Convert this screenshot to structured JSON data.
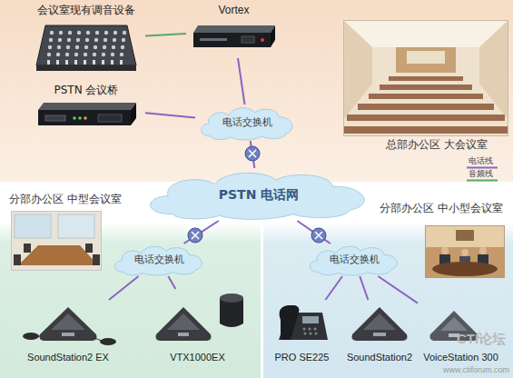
{
  "diagram": {
    "nodes": [
      {
        "text": [
          "总部办公区 大会议室"
        ]
      },
      {
        "text": [
          "会议室现有调音设备"
        ],
        "in": 0
      },
      {
        "text": [
          "Vortex"
        ],
        "in": 0
      },
      {
        "text": [
          "PSTN 会议桥"
        ],
        "in": 0
      },
      {
        "text": [
          "电话交换机"
        ],
        "in": 0
      },
      {
        "text": [
          "PSTN 电话网"
        ]
      },
      {
        "text": [
          "分部办公区 中型会议室"
        ]
      },
      {
        "text": [
          "电话交换机"
        ],
        "in": 6
      },
      {
        "text": [
          "SoundStation2 EX"
        ],
        "in": 6
      },
      {
        "text": [
          "VTX1000EX"
        ],
        "in": 6
      },
      {
        "text": [
          "分部办公区 中小型会议室"
        ]
      },
      {
        "text": [
          "电话交换机"
        ],
        "in": 10
      },
      {
        "text": [
          "PRO SE225"
        ],
        "in": 10
      },
      {
        "text": [
          "SoundStation2"
        ],
        "in": 10
      },
      {
        "text": [
          "VoiceStation 300"
        ],
        "in": 10
      }
    ],
    "edges": [
      {
        "from": 1,
        "to": 2,
        "arrow": "none"
      },
      {
        "from": 2,
        "to": 4,
        "arrow": "none"
      },
      {
        "from": 3,
        "to": 4,
        "arrow": "none"
      },
      {
        "from": 4,
        "to": 5,
        "arrow": "none"
      },
      {
        "from": 5,
        "to": 7,
        "arrow": "none"
      },
      {
        "from": 5,
        "to": 11,
        "arrow": "none"
      },
      {
        "from": 7,
        "to": 8,
        "arrow": "none"
      },
      {
        "from": 7,
        "to": 9,
        "arrow": "none"
      },
      {
        "from": 11,
        "to": 12,
        "arrow": "none"
      },
      {
        "from": 11,
        "to": 13,
        "arrow": "none"
      },
      {
        "from": 11,
        "to": 14,
        "arrow": "none"
      }
    ],
    "labels": [
      "CTI论坛",
      "www.ctiforum.com"
    ],
    "legend": [
      {
        "text": "电话线"
      },
      {
        "text": "音频线"
      }
    ]
  }
}
